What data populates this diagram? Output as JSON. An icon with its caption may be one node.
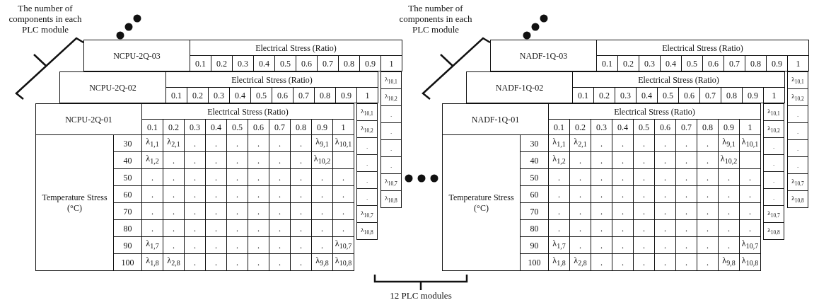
{
  "diagram": {
    "nodes": [
      {
        "text": [
          "NCPU-2Q-01",
          "Electrical Stress (Ratio)",
          "0.1",
          "0.2",
          "0.3",
          "0.4",
          "0.5",
          "0.6",
          "0.7",
          "0.8",
          "0.9",
          "1",
          "Temperature Stress (°C)",
          "30",
          "λ$_{1,1}$",
          "λ$_{2,1}$",
          ".",
          ".",
          ".",
          ".",
          ".",
          ".",
          "λ$_{9,1}$",
          "λ$_{10,1}$",
          "40",
          "λ$_{1,2}$",
          ".",
          ".",
          ".",
          ".",
          ".",
          ".",
          ".",
          "λ$_{10,2}$",
          "50",
          ".",
          ".",
          ".",
          ".",
          ".",
          ".",
          ".",
          ".",
          ".",
          ".",
          "60",
          ".",
          ".",
          ".",
          ".",
          ".",
          ".",
          ".",
          ".",
          ".",
          ".",
          "70",
          ".",
          ".",
          ".",
          ".",
          ".",
          ".",
          ".",
          ".",
          ".",
          ".",
          "80",
          ".",
          ".",
          ".",
          ".",
          ".",
          ".",
          ".",
          ".",
          ".",
          ".",
          "90",
          "λ$_{1,7}$",
          ".",
          ".",
          ".",
          ".",
          ".",
          ".",
          ".",
          ".",
          "λ$_{10,7}$",
          "100",
          "λ$_{1,8}$",
          "λ$_{2,8}$",
          ".",
          ".",
          ".",
          ".",
          ".",
          ".",
          "λ$_{9,8}$",
          "λ$_{10,8}$"
        ]
      },
      {
        "text": [
          "NCPU-2Q-02",
          "Electrical Stress (Ratio)",
          "0.1",
          "0.2",
          "0.3",
          "0.4",
          "0.5",
          "0.6",
          "0.7",
          "0.8",
          "0.9",
          "1"
        ]
      },
      {
        "text": [
          "λ$_{10,1}$",
          "λ$_{10,2}$",
          ".",
          ".",
          ".",
          ".",
          "λ$_{10,7}$",
          "λ$_{10,8}$"
        ]
      },
      {
        "text": [
          "NCPU-2Q-03",
          "Electrical Stress (Ratio)",
          "0.1",
          "0.2",
          "0.3",
          "0.4",
          "0.5",
          "0.6",
          "0.7",
          "0.8",
          "0.9",
          "1"
        ]
      },
      {
        "text": [
          "λ$_{10,1}$",
          "λ$_{10,2}$",
          ".",
          ".",
          ".",
          ".",
          "λ$_{10,7}$",
          "λ$_{10,8}$"
        ]
      },
      {
        "text": [
          "NADF-1Q-01",
          "Electrical Stress (Ratio)",
          "0.1",
          "0.2",
          "0.3",
          "0.4",
          "0.5",
          "0.6",
          "0.7",
          "0.8",
          "0.9",
          "1",
          "Temperature Stress (°C)",
          "30",
          "λ$_{1,1}$",
          "λ$_{2,1}$",
          ".",
          ".",
          ".",
          ".",
          ".",
          ".",
          "λ$_{9,1}$",
          "λ$_{10,1}$",
          "40",
          "λ$_{1,2}$",
          ".",
          ".",
          ".",
          ".",
          ".",
          ".",
          ".",
          "λ$_{10,2}$",
          "50",
          ".",
          ".",
          ".",
          ".",
          ".",
          ".",
          ".",
          ".",
          ".",
          ".",
          "60",
          ".",
          ".",
          ".",
          ".",
          ".",
          ".",
          ".",
          ".",
          ".",
          ".",
          "70",
          ".",
          ".",
          ".",
          ".",
          ".",
          ".",
          ".",
          ".",
          ".",
          ".",
          "80",
          ".",
          ".",
          ".",
          ".",
          ".",
          ".",
          ".",
          ".",
          ".",
          ".",
          "90",
          "λ$_{1,7}$",
          ".",
          ".",
          ".",
          ".",
          ".",
          ".",
          ".",
          ".",
          "λ$_{10,7}$",
          "100",
          "λ$_{1,8}$",
          "λ$_{2,8}$",
          ".",
          ".",
          ".",
          ".",
          ".",
          ".",
          "λ$_{9,8}$",
          "λ$_{10,8}$"
        ]
      },
      {
        "text": [
          "NADF-1Q-02",
          "Electrical Stress (Ratio)",
          "0.1",
          "0.2",
          "0.3",
          "0.4",
          "0.5",
          "0.6",
          "0.7",
          "0.8",
          "0.9",
          "1"
        ]
      },
      {
        "text": [
          "λ$_{10,1}$",
          "λ$_{10,2}$",
          ".",
          ".",
          ".",
          ".",
          "λ$_{10,7}$",
          "λ$_{10,8}$"
        ]
      },
      {
        "text": [
          "NADF-1Q-03",
          "Electrical Stress (Ratio)",
          "0.1",
          "0.2",
          "0.3",
          "0.4",
          "0.5",
          "0.6",
          "0.7",
          "0.8",
          "0.9",
          "1"
        ]
      },
      {
        "text": [
          "λ$_{10,1}$",
          "λ$_{10,2}$",
          ".",
          ".",
          ".",
          ".",
          "λ$_{10,7}$",
          "λ$_{10,8}$"
        ]
      }
    ],
    "labels": [
      "The number of components in each PLC module",
      "The number of components in each PLC module",
      "12 PLC modules"
    ]
  }
}
